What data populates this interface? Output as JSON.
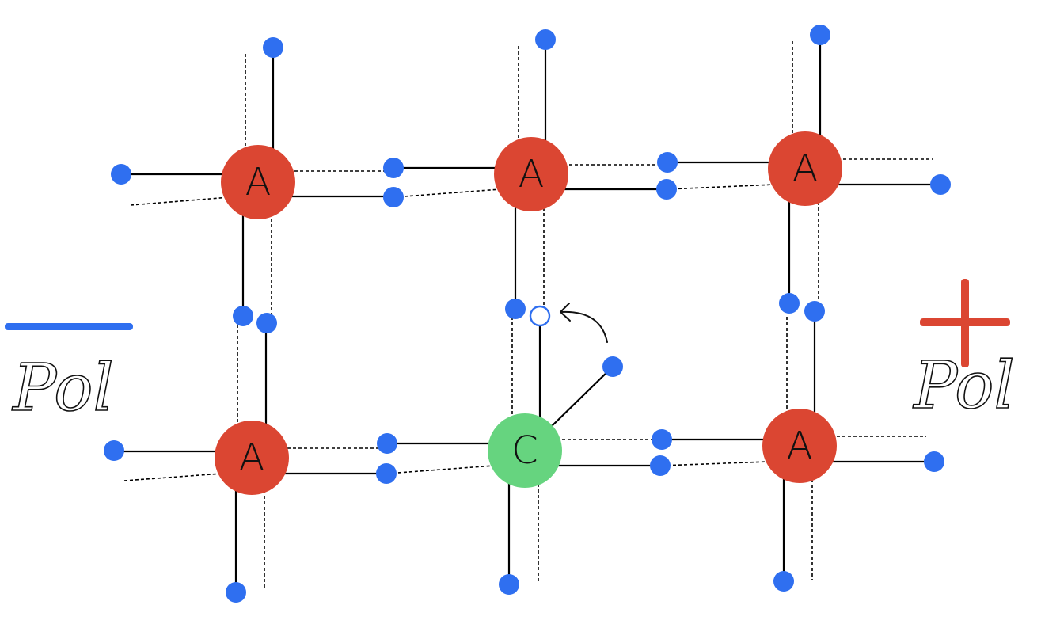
{
  "atoms": [
    {
      "id": "a1",
      "label": "A",
      "kind": "A"
    },
    {
      "id": "a2",
      "label": "A",
      "kind": "A"
    },
    {
      "id": "a3",
      "label": "A",
      "kind": "A"
    },
    {
      "id": "a4",
      "label": "A",
      "kind": "A"
    },
    {
      "id": "c5",
      "label": "C",
      "kind": "C"
    },
    {
      "id": "a6",
      "label": "A",
      "kind": "A"
    }
  ],
  "colors": {
    "atom_A": "#db4632",
    "atom_C": "#66d47f",
    "electron": "#2f6ff0",
    "negative_sign": "#2f6ff0",
    "positive_sign": "#db4632"
  },
  "left_pole": {
    "sign": "negative",
    "label": "Pol"
  },
  "right_pole": {
    "sign": "positive",
    "label": "Pol"
  }
}
